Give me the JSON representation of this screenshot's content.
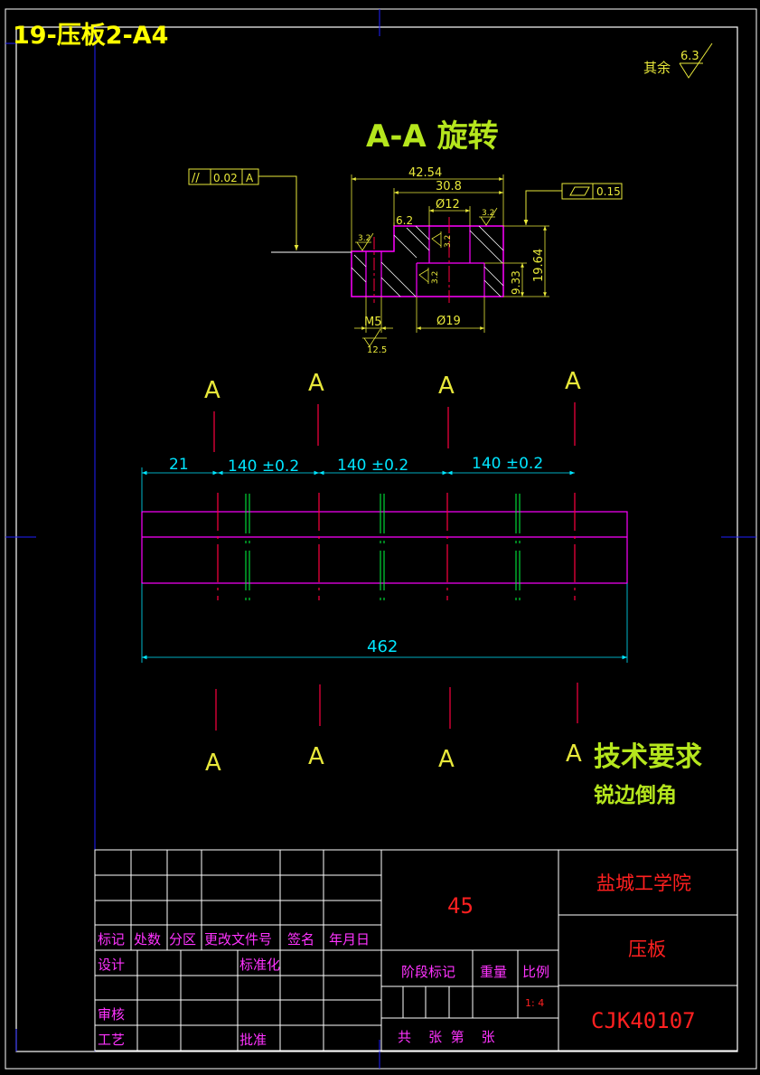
{
  "sheet_title": "19-压板2-A4",
  "roughness_note": {
    "label": "其余",
    "value": "6.3"
  },
  "section_view": {
    "title": "A-A 旋转",
    "tol_parallel": {
      "symbol": "//",
      "value": "0.02",
      "datum": "A"
    },
    "tol_flatness": {
      "symbol": "▱",
      "value": "0.15"
    },
    "dims": {
      "overall_width": "42.54",
      "inner_width": "30.8",
      "hole_small": "Ø12",
      "hole_large": "Ø19",
      "step": "6.2",
      "height": "19.64",
      "step_height": "9.33",
      "thread": "M5"
    },
    "roughness": {
      "top_right": "3.2",
      "top_left": "3.2",
      "bore": "3.2",
      "bore_lower": "3.2",
      "thread": "12.5"
    }
  },
  "main_view": {
    "dims": {
      "d1": "21",
      "d2": "140 ±0.2",
      "d3": "140 ±0.2",
      "d4": "140 ±0.2",
      "total": "462"
    },
    "section_labels": [
      "A",
      "A",
      "A",
      "A",
      "A",
      "A",
      "A",
      "A"
    ]
  },
  "tech_req": {
    "title": "技术要求",
    "item": "锐边倒角"
  },
  "title_block": {
    "headers": [
      "标记",
      "处数",
      "分区",
      "更改文件号",
      "签名",
      "年月日"
    ],
    "design": "设计",
    "standardize": "标准化",
    "review": "审核",
    "process": "工艺",
    "approve": "批准",
    "material": "45",
    "stage_mark": "阶段标记",
    "weight": "重量",
    "scale_label": "比例",
    "scale": "1: 4",
    "sheets": "共    张  第    张",
    "school": "盐城工学院",
    "part_name": "压板",
    "drawing_no": "CJK40107"
  },
  "colors": {
    "frame": "#ffffff",
    "outline": "#ff00ff",
    "center": "#ff0040",
    "dimension": "#00e5ff",
    "annotation": "#e8e83a",
    "hidden": "#00ff40",
    "title_text": "#ffff00",
    "border_axis": "#2020ff"
  }
}
